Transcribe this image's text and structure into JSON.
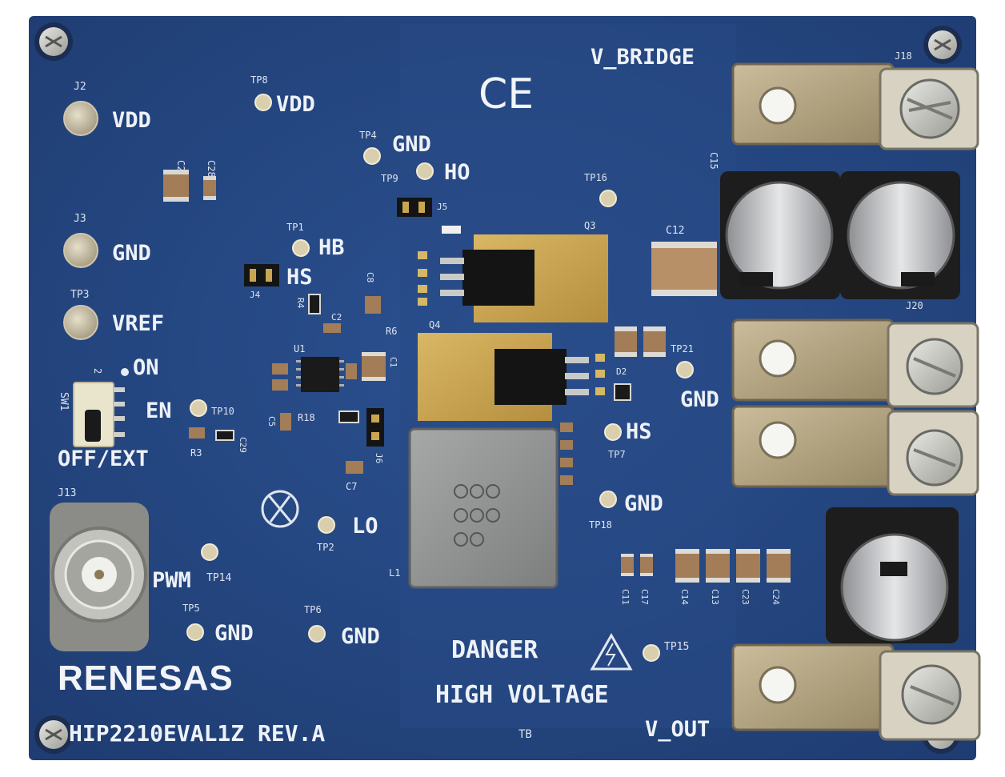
{
  "board": {
    "name": "HIP2210EVAL1Z REV.A",
    "brand": "RENESAS",
    "ce_mark": "CE",
    "danger_line1": "DANGER",
    "danger_line2": "HIGH VOLTAGE",
    "bottom_mark": "TB",
    "colors": {
      "pcb": "#25467f",
      "pcb_dark": "#1c3668",
      "silk": "#e7ecf3",
      "gold": "#c9a551",
      "terminal": "#b8a98a"
    }
  },
  "connectors": {
    "j2": "J2",
    "j2_net": "VDD",
    "j3": "J3",
    "j3_net": "GND",
    "tp3": "TP3",
    "tp3_net": "VREF",
    "j13": "J13",
    "pwm": "PWM",
    "j18": "J18",
    "v_bridge": "V_BRIDGE",
    "j20": "J20",
    "v_out": "V_OUT"
  },
  "switch": {
    "ref": "SW1",
    "on": "ON",
    "en": "EN",
    "off_ext": "OFF/EXT",
    "num": "2"
  },
  "test_points": {
    "tp8": "TP8",
    "tp8_net": "VDD",
    "tp4": "TP4",
    "tp4_net": "GND",
    "tp9": "TP9",
    "tp9_net": "HO",
    "tp1": "TP1",
    "tp1_net": "HB",
    "hs_left": "HS",
    "tp16": "TP16",
    "tp21": "TP21",
    "tp21_net": "GND",
    "tp7": "TP7",
    "tp7_net": "HS",
    "tp18": "TP18",
    "tp18_net": "GND",
    "tp10": "TP10",
    "tp2": "TP2",
    "tp2_net": "LO",
    "tp14": "TP14",
    "tp5": "TP5",
    "tp5_net": "GND",
    "tp6": "TP6",
    "tp6_net": "GND",
    "tp15": "TP15"
  },
  "components": {
    "c21": "C21",
    "c28": "C28",
    "j5": "J5",
    "j4": "J4",
    "j6": "J6",
    "q3": "Q3",
    "q4": "Q4",
    "c12": "C12",
    "c15": "C15",
    "r4": "R4",
    "c2": "C2",
    "c8": "C8",
    "r6": "R6",
    "u1": "U1",
    "r18": "R18",
    "c5": "C5",
    "c7": "C7",
    "c1": "C1",
    "r3": "R3",
    "c29": "C29",
    "d2": "D2",
    "l1": "L1",
    "c11": "C11",
    "c17": "C17",
    "c14": "C14",
    "c13": "C13",
    "c23": "C23",
    "c24": "C24"
  }
}
